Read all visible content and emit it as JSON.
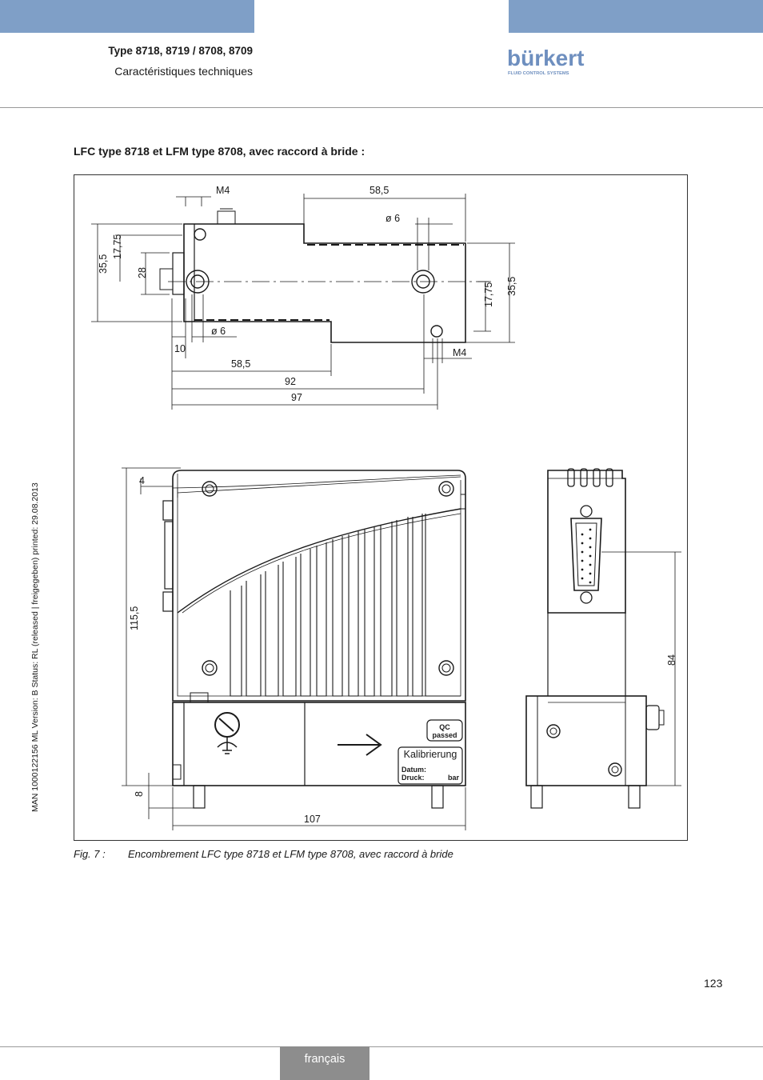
{
  "header": {
    "doc_type": "Type 8718, 8719 / 8708, 8709",
    "section": "Caractéristiques techniques",
    "logo": {
      "brand": "bürkert",
      "tagline": "FLUID CONTROL SYSTEMS"
    },
    "colors": {
      "band": "#7f9fc7",
      "logo": "#6e8fbf"
    }
  },
  "section_title": "LFC type 8718 et LFM type 8708, avec raccord à bride :",
  "drawing": {
    "top_view_dims": {
      "m4_top": "M4",
      "w58_top": "58,5",
      "dia6_top": "ø 6",
      "h35_left": "35,5",
      "h1775_left": "17,75",
      "h28_left": "28",
      "dia6_bottom": "ø 6",
      "w10": "10",
      "m4_bottom": "M4",
      "w58_bottom": "58,5",
      "w92": "92",
      "w97": "97",
      "h1775_right": "17,75",
      "h35_right": "35,5"
    },
    "front_view_dims": {
      "d4": "4",
      "h115": "115,5",
      "d8": "8",
      "w107": "107"
    },
    "side_view_dims": {
      "h84": "84"
    },
    "labels": {
      "qc_line1": "QC",
      "qc_line2": "passed",
      "cal_title": "Kalibrierung",
      "cal_date": "Datum:",
      "cal_pressure": "Druck:",
      "cal_unit": "bar"
    }
  },
  "figure": {
    "label": "Fig. 7 :",
    "caption": "Encombrement LFC type 8718 et LFM type 8708, avec raccord à bride"
  },
  "side_text": "MAN 1000122156 ML Version: B Status: RL (released | freigegeben) printed: 29.08.2013",
  "page_number": "123",
  "footer": {
    "language": "français",
    "tab_color": "#8d8d8d"
  }
}
